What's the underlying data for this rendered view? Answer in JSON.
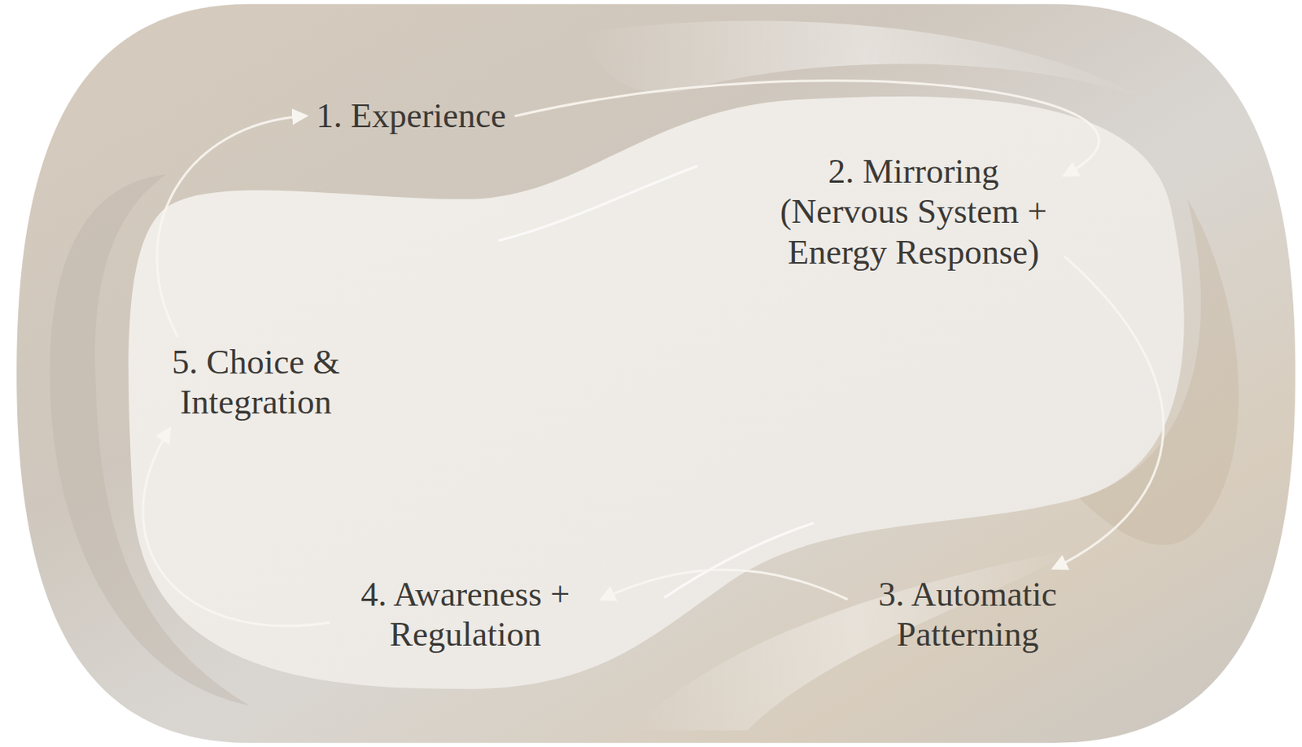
{
  "diagram": {
    "nodes": [
      {
        "text": [
          "1. Experience"
        ]
      },
      {
        "text": [
          "2. Mirroring (Nervous System + Energy Response)"
        ]
      },
      {
        "text": [
          "3. Automatic Patterning"
        ]
      },
      {
        "text": [
          "4. Awareness + Regulation"
        ]
      },
      {
        "text": [
          "5. Choice & Integration"
        ]
      }
    ],
    "edges": [
      {
        "from": 0,
        "to": 1,
        "arrow": "to"
      },
      {
        "from": 1,
        "to": 2,
        "arrow": "to"
      },
      {
        "from": 2,
        "to": 3,
        "arrow": "to"
      },
      {
        "from": 3,
        "to": 4,
        "arrow": "to"
      },
      {
        "from": 4,
        "to": 0,
        "arrow": "to"
      }
    ]
  }
}
